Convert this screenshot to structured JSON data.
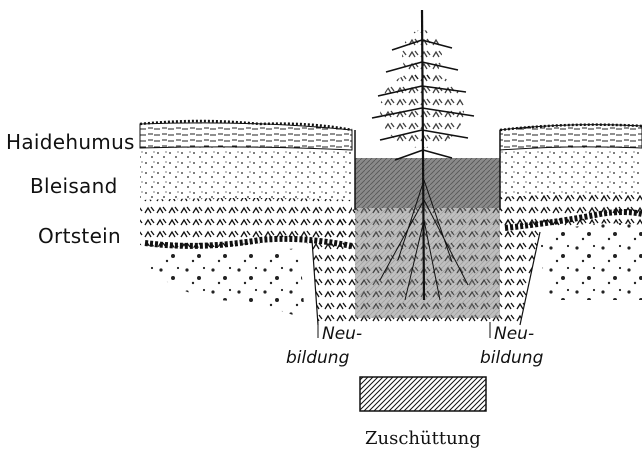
{
  "labels": {
    "haidehumus": "Haidehumus",
    "bleisand": "Bleisand",
    "ortstein": "Ortstein",
    "neu_left_1": "Neu-",
    "neu_left_2": "bildung",
    "neu_right_1": "Neu-",
    "neu_right_2": "bildung",
    "legend": "Zuschüttung"
  },
  "colors": {
    "ink": "#111111",
    "paper": "#ffffff",
    "fill_gray": "#7d7d7d"
  }
}
